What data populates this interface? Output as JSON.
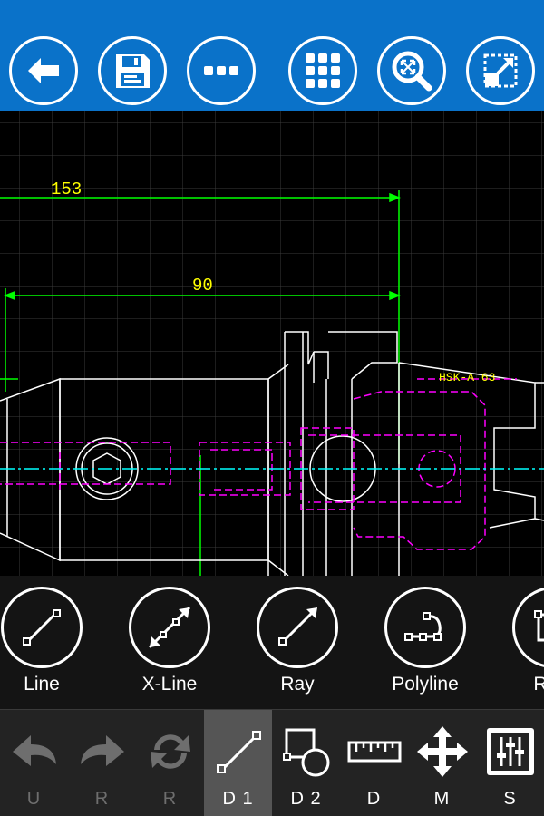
{
  "toolbar": {
    "buttons": [
      {
        "icon": "back-arrow-icon"
      },
      {
        "icon": "save-icon"
      },
      {
        "icon": "more-icon"
      },
      {
        "icon": "grid-menu-icon"
      },
      {
        "icon": "zoom-extents-icon"
      },
      {
        "icon": "fullscreen-icon"
      }
    ],
    "color": "#0a72c9"
  },
  "drawing": {
    "dimensions": [
      "153",
      "90"
    ],
    "block_label": "HSK-A 63",
    "colors": {
      "background": "#000000",
      "grid": "#3a3a3a",
      "outline": "#ffffff",
      "dimension": "#00ff00",
      "dimension_text": "#ffff00",
      "hidden": "#ff00ff",
      "centerline": "#00ffff"
    }
  },
  "draw_tools": [
    {
      "label": "Line",
      "icon": "line-icon"
    },
    {
      "label": "X-Line",
      "icon": "xline-icon"
    },
    {
      "label": "Ray",
      "icon": "ray-icon"
    },
    {
      "label": "Polyline",
      "icon": "polyline-icon"
    },
    {
      "label": "Rect",
      "icon": "rect-icon"
    }
  ],
  "bottom_bar": [
    {
      "label": "U",
      "icon": "undo-icon",
      "enabled": false
    },
    {
      "label": "R",
      "icon": "redo-icon",
      "enabled": false
    },
    {
      "label": "R",
      "icon": "regen-icon",
      "enabled": false
    },
    {
      "label": "D 1",
      "icon": "draw1-icon",
      "enabled": true,
      "active": true
    },
    {
      "label": "D 2",
      "icon": "draw2-icon",
      "enabled": true
    },
    {
      "label": "D",
      "icon": "dimension-icon",
      "enabled": true
    },
    {
      "label": "M",
      "icon": "move-icon",
      "enabled": true
    },
    {
      "label": "S",
      "icon": "settings-icon",
      "enabled": true
    }
  ]
}
